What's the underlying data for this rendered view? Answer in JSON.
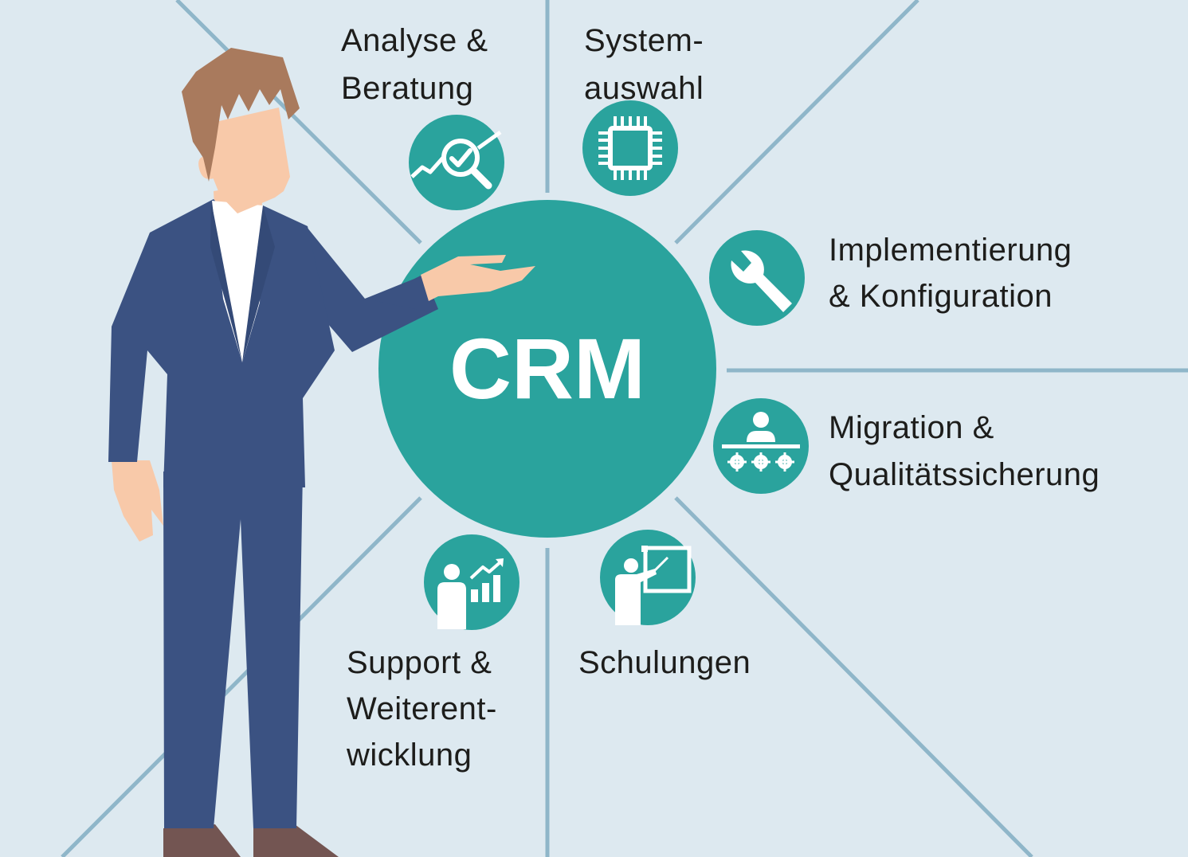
{
  "center": {
    "label": "CRM"
  },
  "services": [
    {
      "id": "analyse",
      "icon": "analysis-magnifier-check-icon",
      "lines": [
        "Analyse &",
        "Beratung"
      ]
    },
    {
      "id": "systemauswahl",
      "icon": "microchip-icon",
      "lines": [
        "System-",
        "auswahl"
      ]
    },
    {
      "id": "implementierung",
      "icon": "wrench-icon",
      "lines": [
        "Implementierung",
        "& Konfiguration"
      ]
    },
    {
      "id": "migration",
      "icon": "person-conveyor-gears-icon",
      "lines": [
        "Migration &",
        "Qualitätssicherung"
      ]
    },
    {
      "id": "schulungen",
      "icon": "presenter-board-icon",
      "lines": [
        "Schulungen"
      ]
    },
    {
      "id": "support",
      "icon": "person-growth-chart-icon",
      "lines": [
        "Support &",
        "Weiterent-",
        "wicklung"
      ]
    }
  ],
  "colors": {
    "background": "#dde9f0",
    "divider": "#8fb6c9",
    "accent": "#2aa39d",
    "suit": "#3b5282",
    "skin": "#f8c9a9",
    "hair": "#a97a5d",
    "shirt": "#ffffff",
    "shoes": "#735552",
    "text": "#1d1d1b"
  }
}
